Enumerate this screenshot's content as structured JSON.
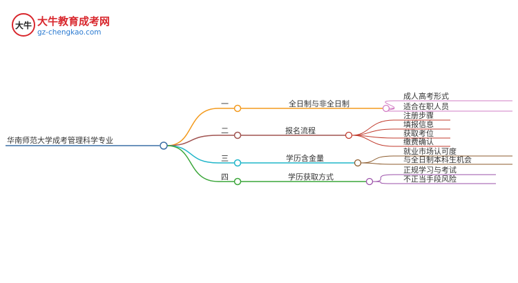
{
  "logo": {
    "mark_text": "大牛",
    "title": "大牛教育成考网",
    "url": "gz-chengkao.com"
  },
  "root": {
    "label": "华南师范大学成考管理科学专业",
    "color": "#3a6ea5"
  },
  "branches": [
    {
      "num": "一",
      "label": "全日制与非全日制",
      "color": "#f39a1d",
      "leaf_color": "#d27dc4",
      "leaves": [
        "成人高考形式",
        "适合在职人员"
      ]
    },
    {
      "num": "二",
      "label": "报名流程",
      "color": "#a0524f",
      "leaf_color": "#c0392b",
      "leaves": [
        "注册步骤",
        "填报信息",
        "获取考位",
        "缴费确认"
      ]
    },
    {
      "num": "三",
      "label": "学历含金量",
      "color": "#1fb5c9",
      "leaf_color": "#8b5a2b",
      "leaves": [
        "就业市场认可度",
        "与全日制本科生机会"
      ]
    },
    {
      "num": "四",
      "label": "学历获取方式",
      "color": "#3aa639",
      "leaf_color": "#9a4fa8",
      "leaves": [
        "正规学习与考试",
        "不正当手段风险"
      ]
    }
  ]
}
